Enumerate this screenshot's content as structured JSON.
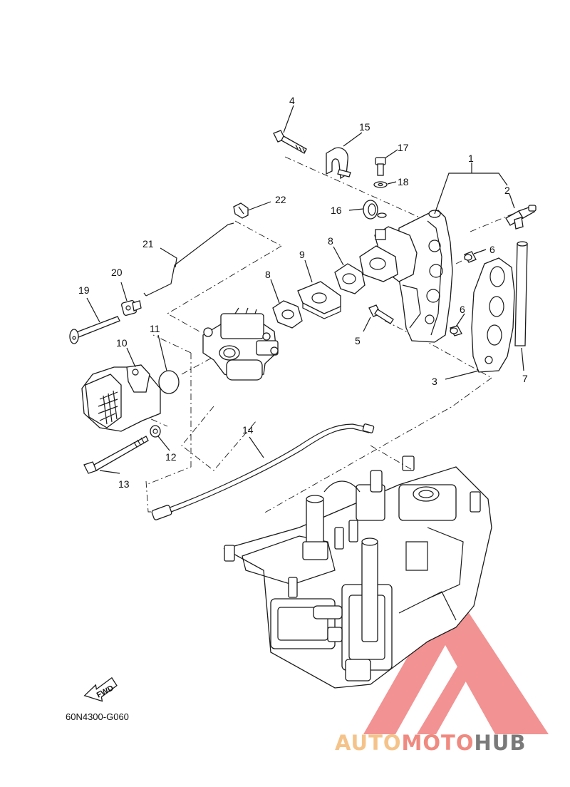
{
  "diagram": {
    "code": "60N4300-G060",
    "fwd_label": "FWD",
    "callouts": {
      "c1": "1",
      "c2": "2",
      "c3": "3",
      "c4": "4",
      "c5": "5",
      "c6a": "6",
      "c6b": "6",
      "c7": "7",
      "c8a": "8",
      "c8b": "8",
      "c9": "9",
      "c10": "10",
      "c11": "11",
      "c12": "12",
      "c13": "13",
      "c14": "14",
      "c15": "15",
      "c16": "16",
      "c17": "17",
      "c18": "18",
      "c19": "19",
      "c20": "20",
      "c21": "21",
      "c22": "22"
    }
  },
  "watermark": {
    "auto": "AUTO",
    "moto": "MOTO",
    "hub": "HUB",
    "colors": {
      "auto": "#f5c38a",
      "moto": "#f08a80",
      "hub": "#7a7a7a",
      "triangle": "#f08080"
    }
  }
}
